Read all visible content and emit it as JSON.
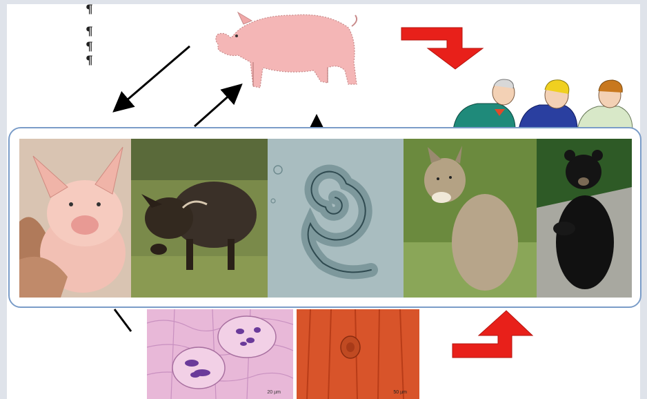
{
  "pilcrows": [
    "¶",
    "¶",
    "¶",
    "¶"
  ],
  "photos": [
    {
      "name": "piglet",
      "icon": "piglet-photo"
    },
    {
      "name": "wild-boar",
      "icon": "wild-boar-photo"
    },
    {
      "name": "trichinella-larva",
      "icon": "larva-micrograph"
    },
    {
      "name": "cougar",
      "icon": "cougar-photo"
    },
    {
      "name": "black-bear",
      "icon": "black-bear-photo"
    }
  ],
  "histology": {
    "left_scale": "20 µm",
    "right_scale": "50 µm"
  },
  "colors": {
    "arrow_red": "#e8201a",
    "strip_border": "#7a9cc8",
    "pig_pink": "#f4b6b6"
  }
}
